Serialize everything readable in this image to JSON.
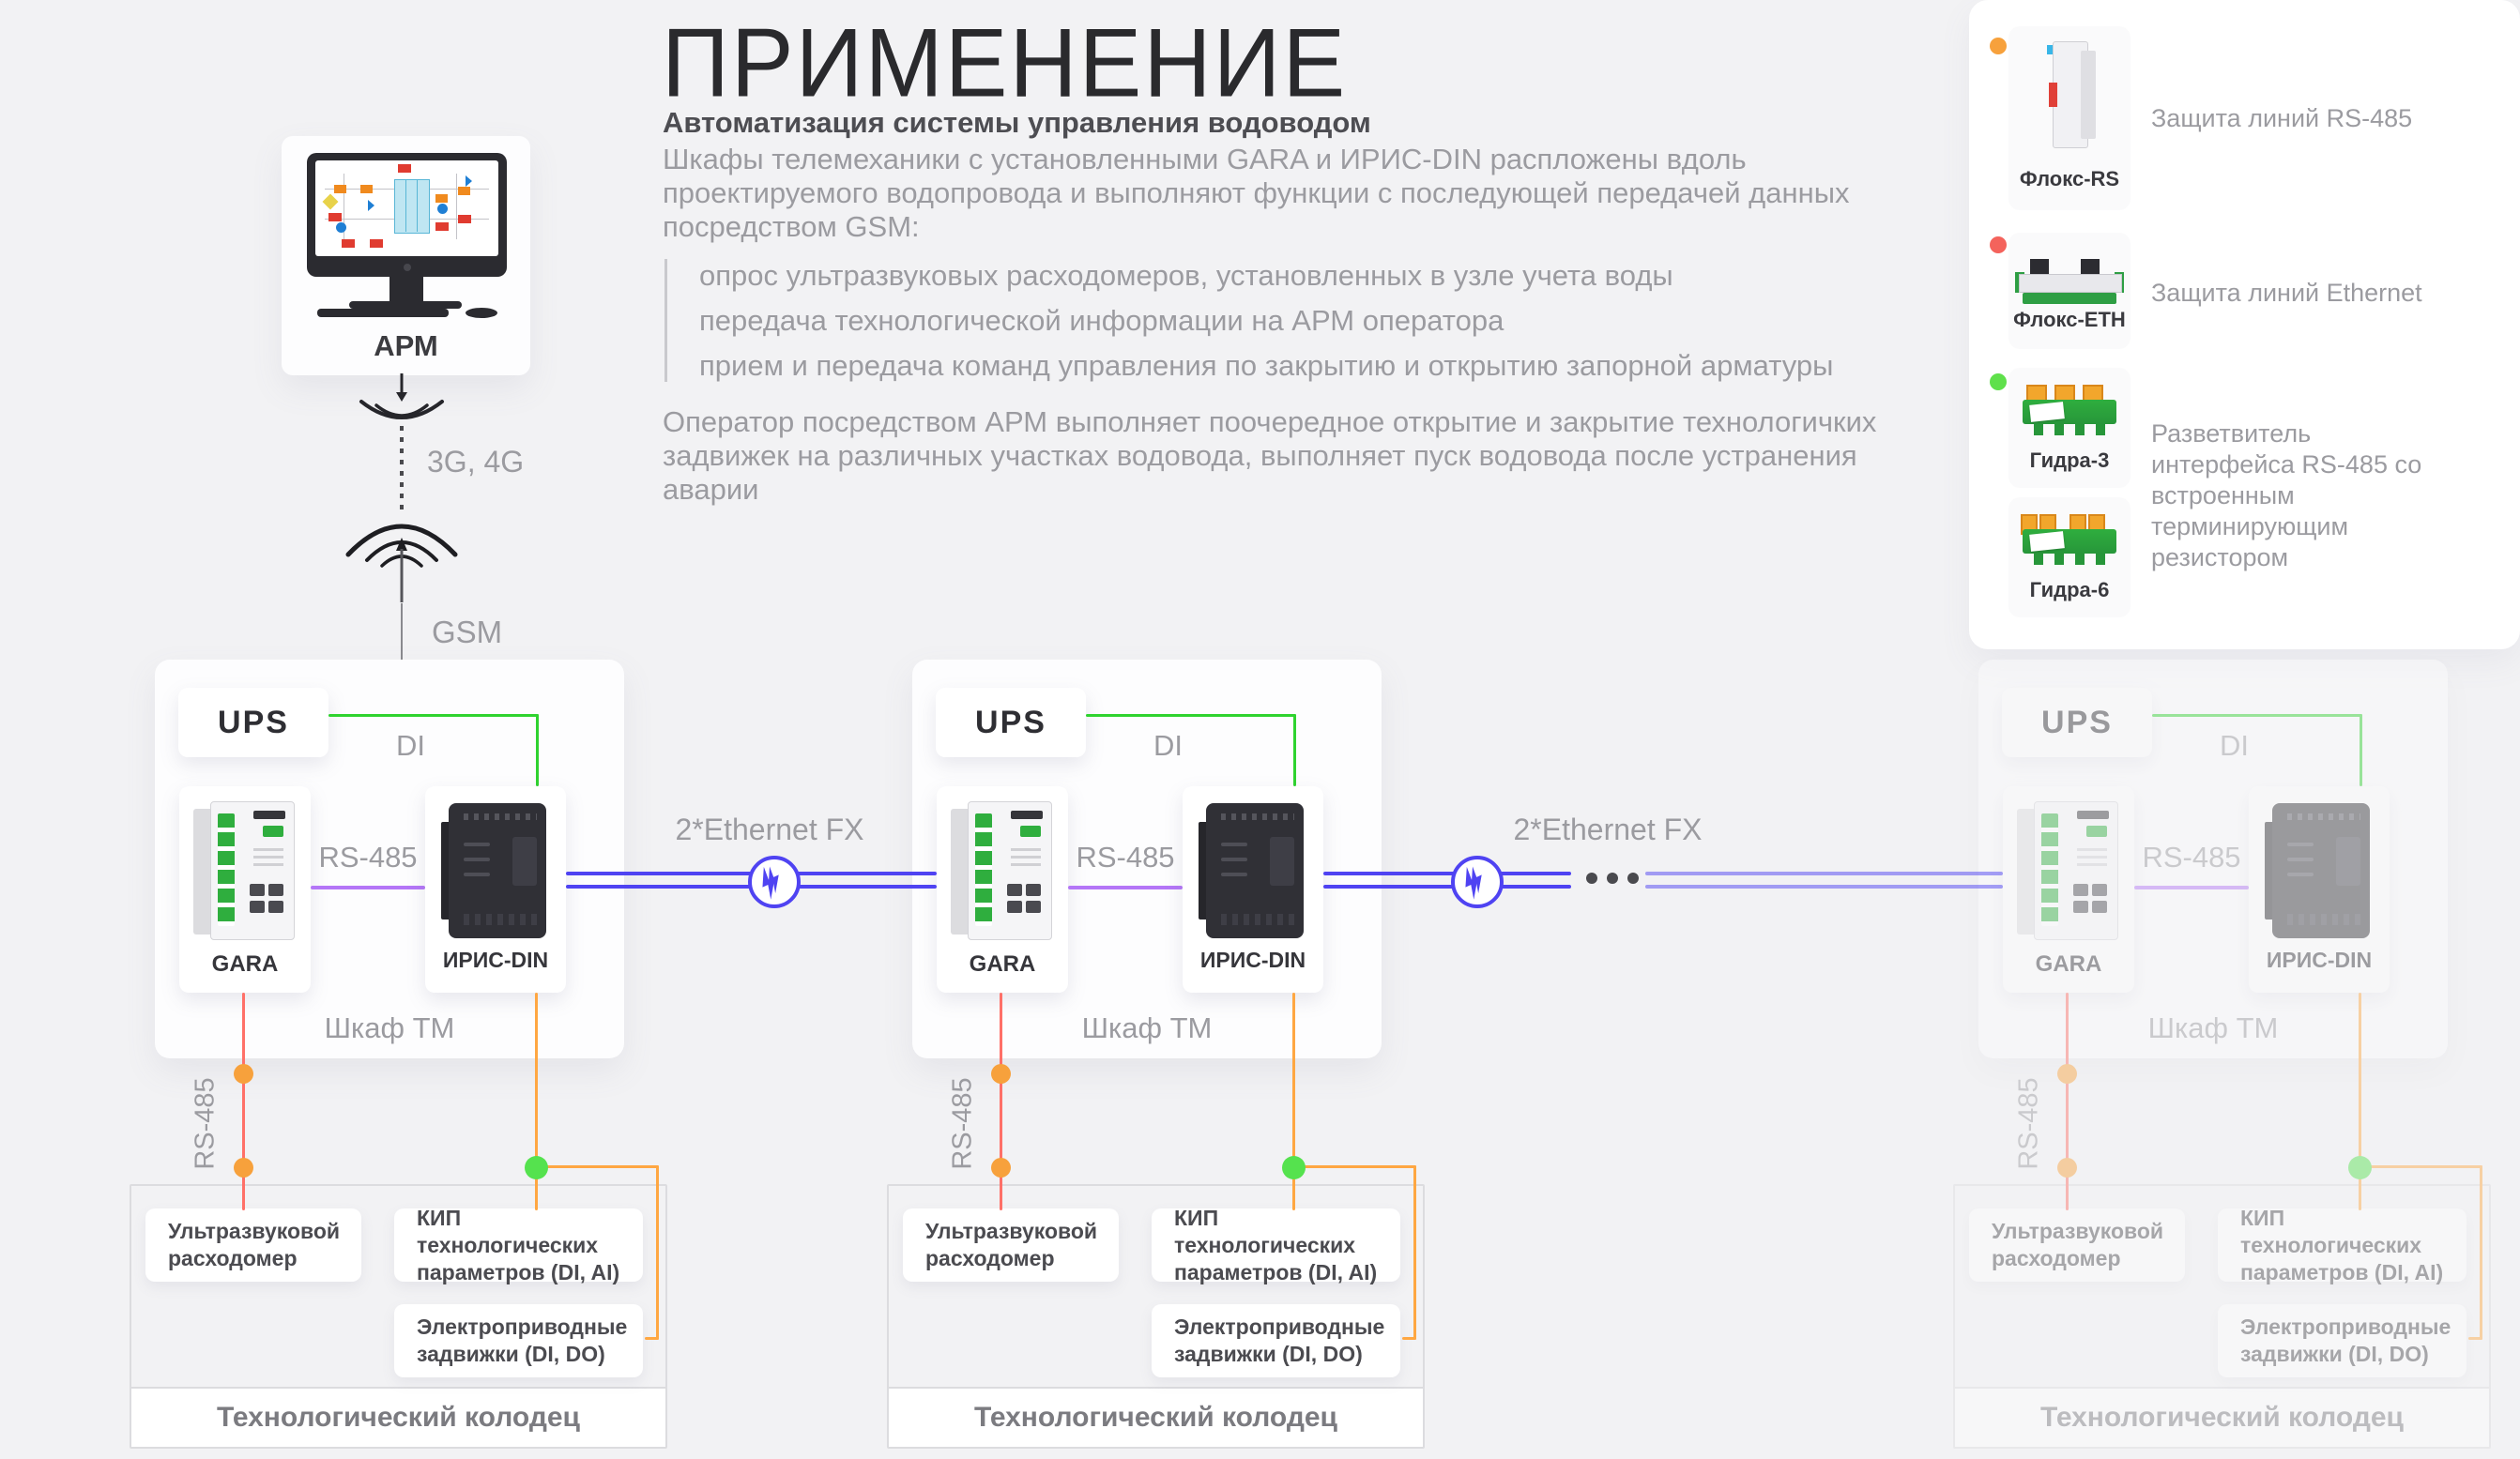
{
  "header": {
    "title": "ПРИМЕНЕНИЕ",
    "subtitle": "Автоматизация системы управления водоводом",
    "paragraph1": "Шкафы телемеханики с установленными GARA и ИРИС-DIN распложены вдоль проектируемого водопровода и выполняют функции с последующей передачей данных посредством GSM:",
    "bullets": [
      "опрос ультразвуковых расходомеров, установленных в узле учета воды",
      "передача технологической информации на АРМ оператора",
      "прием и передача команд управления по закрытию и открытию запорной арматуры"
    ],
    "paragraph2": "Оператор посредством АРМ выполняет поочередное открытие и закрытие технологичких задвижек на различных участках водовода, выполняет пуск водовода после устранения аварии"
  },
  "arm": {
    "label": "АРМ",
    "radio_label": "3G, 4G",
    "gsm_label": "GSM"
  },
  "legend": {
    "items": [
      {
        "marker_color": "#F7A13C",
        "device": "Флокс-RS",
        "description": "Защита линий RS-485"
      },
      {
        "marker_color": "#F4635C",
        "device": "Флокс-ETH",
        "description": "Защита линий Ethernet"
      },
      {
        "marker_color": "#5FE04B",
        "device_a": "Гидра-3",
        "device_b": "Гидра-6",
        "description": "Разветвитель интерфейса RS-485 со встроенным терминирующим резистором"
      }
    ]
  },
  "cabinet": {
    "title": "Шкаф ТМ",
    "ups": "UPS",
    "di_label": "DI",
    "rs485_label": "RS-485",
    "rs485_drop_label": "RS-485",
    "gara": "GARA",
    "iris": "ИРИС-DIN"
  },
  "ethernet": {
    "label": "2*Ethernet FX",
    "ellipsis": "•••"
  },
  "well": {
    "title": "Технологический колодец",
    "flowmeter": "Ультразвуковой расходомер",
    "instruments": "КИП технологических параметров (DI, AI)",
    "valves": "Электроприводные задвижки (DI, DO)"
  },
  "colors": {
    "background": "#f2f2f4",
    "di_line_green": "#2fd32f",
    "rs485_purple": "#b476f7",
    "rs485_drop_red": "#ff7068",
    "io_orange": "#ffa742",
    "junction_orange_dot": "#f7a13c",
    "junction_green_dot": "#55e24e",
    "ethernet_blue": "#4f43f2",
    "text_gray": "#9b9ba0",
    "text_dark": "#36363b"
  }
}
